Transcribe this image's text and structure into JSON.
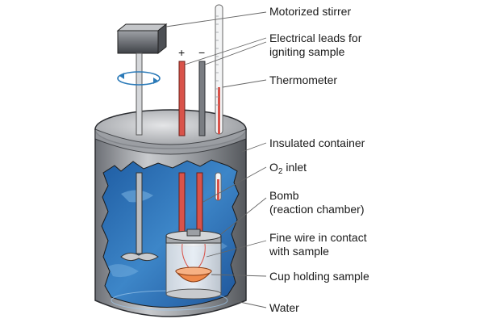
{
  "labels": {
    "motorized_stirrer": "Motorized stirrer",
    "electrical_leads_line1": "Electrical leads for",
    "electrical_leads_line2": "igniting sample",
    "thermometer": "Thermometer",
    "insulated_container": "Insulated container",
    "o2_inlet_o": "O",
    "o2_inlet_sub": "2",
    "o2_inlet_rest": " inlet",
    "bomb_line1": "Bomb",
    "bomb_line2": "(reaction chamber)",
    "fine_wire_line1": "Fine wire in contact",
    "fine_wire_line2": "with sample",
    "cup_holding_sample": "Cup holding sample",
    "water": "Water"
  },
  "polarity": {
    "plus": "+",
    "minus": "−"
  },
  "colors": {
    "water": "#2f6fb4",
    "water_light": "#8fc4ea",
    "metal": "#8a8d92",
    "metal_dark": "#3e4045",
    "lead_red": "#d9534a",
    "sample": "#f08a4b",
    "leader_line": "#666666"
  }
}
